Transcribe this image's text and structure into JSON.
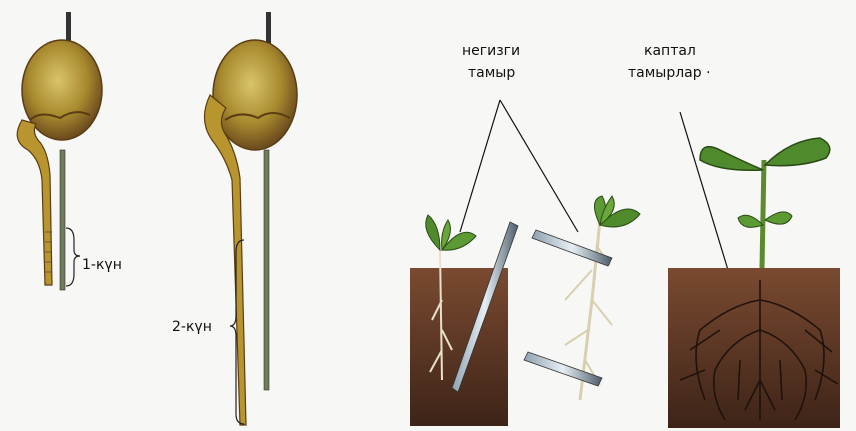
{
  "labels": {
    "day1": "1-күн",
    "day2": "2-күн",
    "main_root_line1": "негизги",
    "main_root_line2": "тамыр",
    "lateral_roots_line1": "каптал",
    "lateral_roots_line2": "тамырлар ·"
  },
  "colors": {
    "seed": "#a88a2e",
    "seed_dark": "#6b4a1e",
    "root": "#8a6a2a",
    "leaf": "#4f8a2c",
    "soil": "#5a3522",
    "needle": "#5a6b78"
  }
}
